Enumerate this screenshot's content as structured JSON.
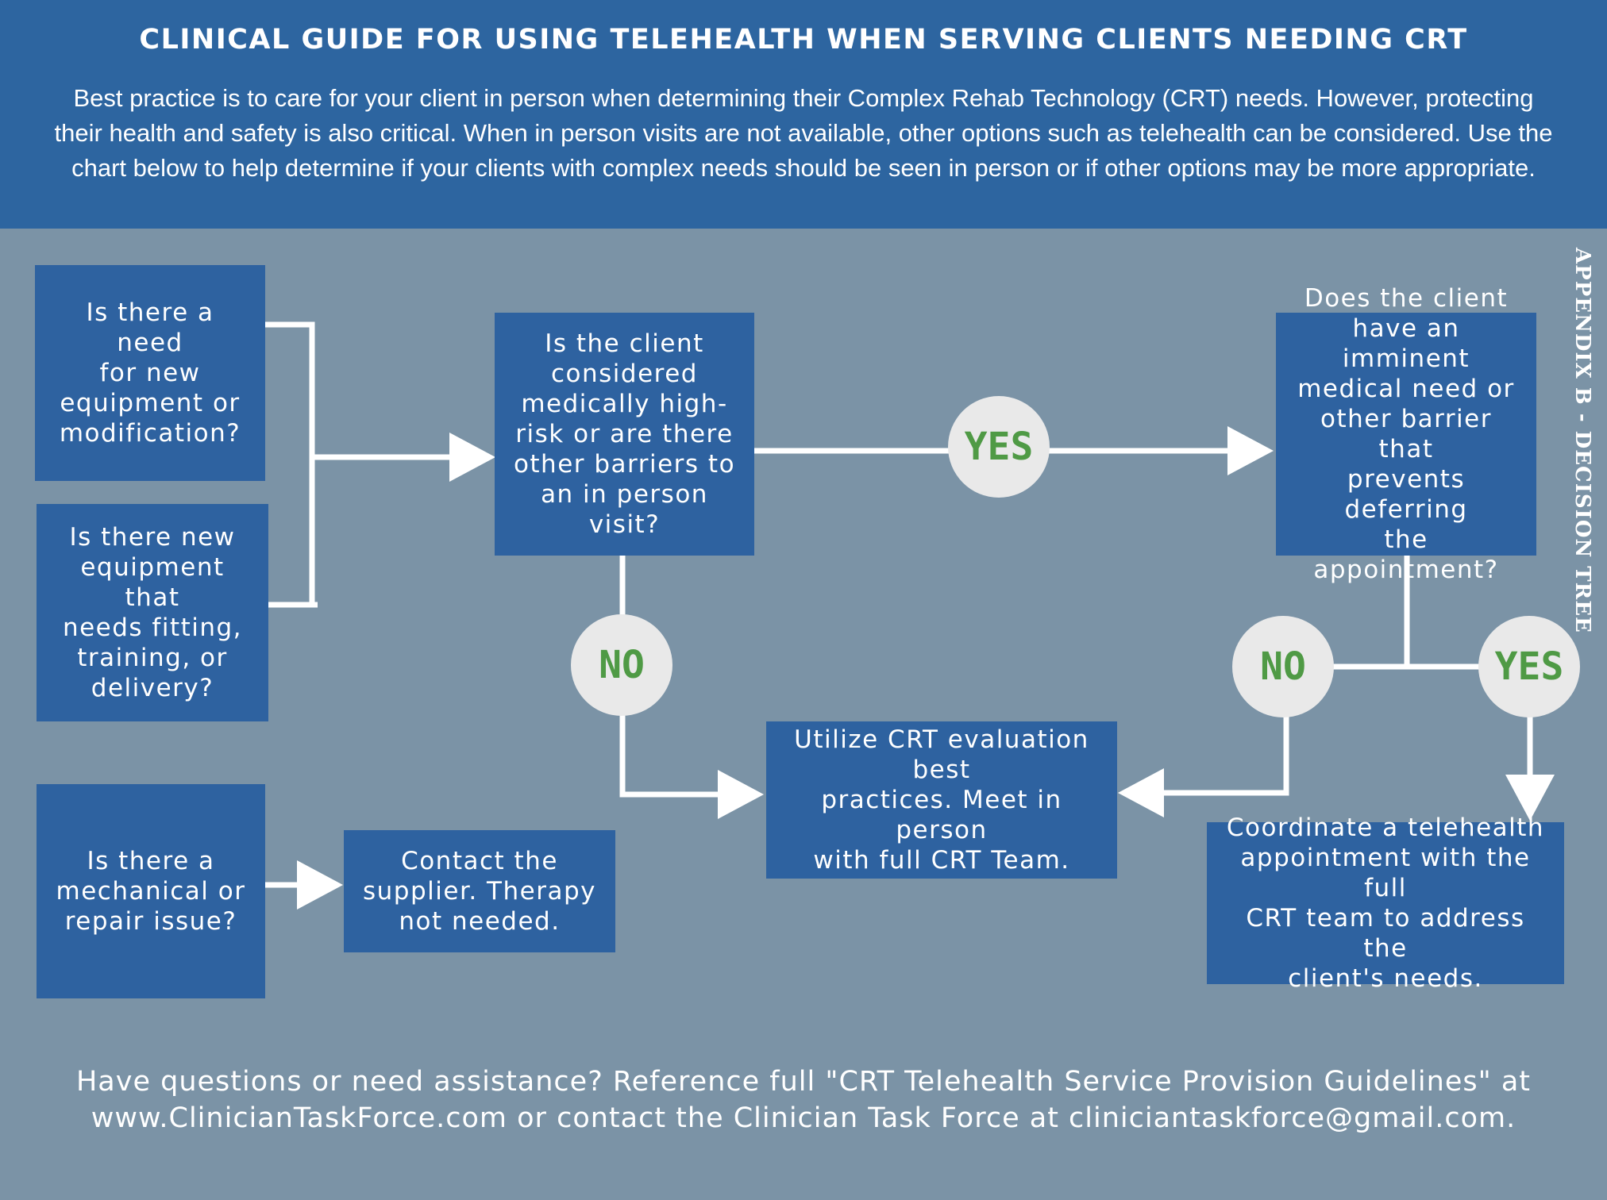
{
  "header": {
    "title": "CLINICAL GUIDE FOR USING TELEHEALTH WHEN SERVING CLIENTS NEEDING CRT",
    "intro": "Best practice is to care for your client in person when determining their Complex Rehab Technology (CRT) needs.  However, protecting their health and safety is also critical. When in person visits are not available, other options such as telehealth can be considered. Use the chart below to help determine if your clients with complex needs should be seen in person or if other options may be more appropriate."
  },
  "side_label": "APPENDIX B - DECISION TREE",
  "colors": {
    "header_bg": "#2d65a0",
    "page_bg": "#7b93a6",
    "box_bg": "#2e62a0",
    "circle_bg": "#e9e9e9",
    "answer_text": "#4f9a45",
    "connector": "#ffffff"
  },
  "nodes": {
    "need_equipment": "Is there a need\nfor new\nequipment or\nmodification?",
    "new_equipment_fitting": "Is there new\nequipment that\nneeds fitting,\ntraining, or\ndelivery?",
    "mechanical_repair": "Is there a\nmechanical or\nrepair issue?",
    "contact_supplier": "Contact the\nsupplier. Therapy\nnot needed.",
    "high_risk": "Is the client\nconsidered\nmedically high-\nrisk or are there\nother barriers to\nan in person\nvisit?",
    "utilize_crt": "Utilize CRT evaluation best\npractices. Meet in person\nwith full CRT Team.",
    "imminent_need": "Does the client\nhave an imminent\nmedical need or\nother barrier that\nprevents deferring\nthe appointment?",
    "coordinate_telehealth": "Coordinate a telehealth\nappointment with the full\nCRT team to address the\nclient's needs."
  },
  "answers": {
    "yes_high_risk": "YES",
    "no_high_risk": "NO",
    "no_imminent": "NO",
    "yes_imminent": "YES"
  },
  "footer": {
    "line1": "Have questions or need assistance? Reference full \"CRT Telehealth Service Provision Guidelines\" at",
    "line2": "www.ClinicianTaskForce.com or contact the Clinician Task Force at cliniciantaskforce@gmail.com."
  }
}
